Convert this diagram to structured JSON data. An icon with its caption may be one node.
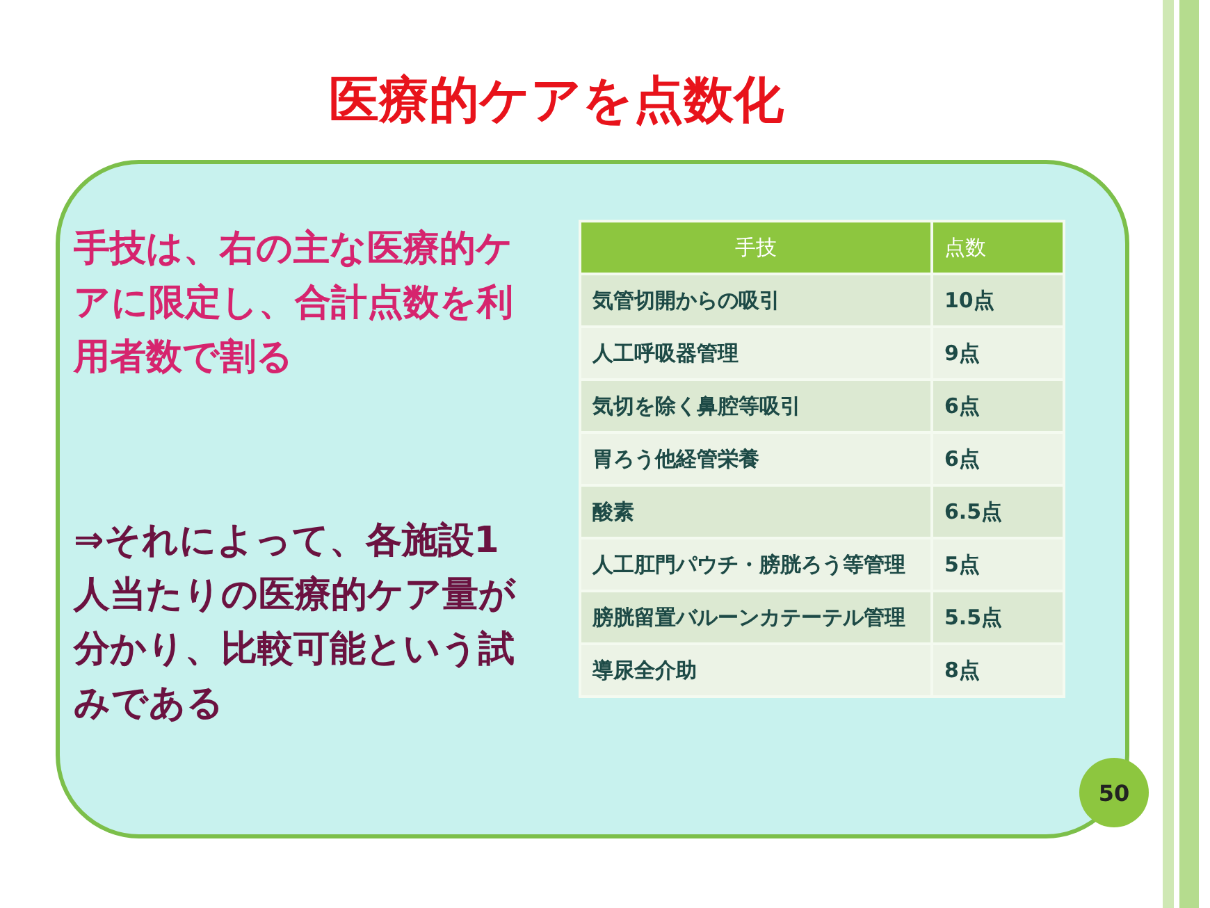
{
  "diagram": {
    "title": "医療的ケアを点数化",
    "nodes": [
      {
        "text": [
          "手技は、右の主な医療的ケアに限定し、合計点数を利用者数で割る",
          "⇒それによって、各施設1人当たりの医療的ケア量が分かり、比較可能という試みである"
        ]
      },
      {
        "text": [
          "50"
        ]
      }
    ],
    "labels": [
      "手技",
      "点数",
      "気管切開からの吸引",
      "10点",
      "人工呼吸器管理",
      "9点",
      "気切を除く鼻腔等吸引",
      "6点",
      "胃ろう他経管栄養",
      "6点",
      "酸素",
      "6.5点",
      "人工肛門パウチ・膀胱ろう等管理",
      "5点",
      "膀胱留置バルーンカテーテル管理",
      "5.5点",
      "導尿全介助",
      "8点"
    ]
  }
}
